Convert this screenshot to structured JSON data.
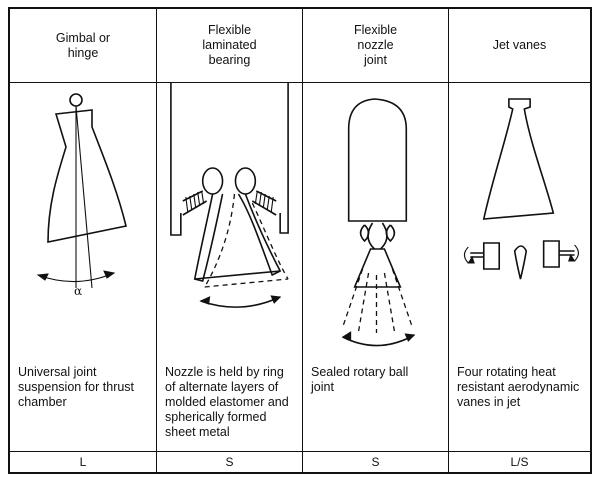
{
  "columns": [
    {
      "header": "Gimbal or\nhinge",
      "description": "Universal joint\nsuspension for thrust\nchamber",
      "code": "L",
      "figure": {
        "icon": "gimbal-hinge-nozzle-icon",
        "label": "α"
      }
    },
    {
      "header": "Flexible\nlaminated\nbearing",
      "description": "Nozzle is held by ring\nof alternate layers of\nmolded elastomer and\nspherically formed\nsheet metal",
      "code": "S",
      "figure": {
        "icon": "laminated-bearing-nozzle-icon"
      }
    },
    {
      "header": "Flexible\nnozzle\njoint",
      "description": "Sealed rotary ball\njoint",
      "code": "S",
      "figure": {
        "icon": "flexible-nozzle-joint-icon"
      }
    },
    {
      "header": "Jet vanes",
      "description": "Four rotating heat\nresistant aerodynamic\nvanes in jet",
      "code": "L/S",
      "figure": {
        "icon": "jet-vanes-icon"
      }
    }
  ]
}
